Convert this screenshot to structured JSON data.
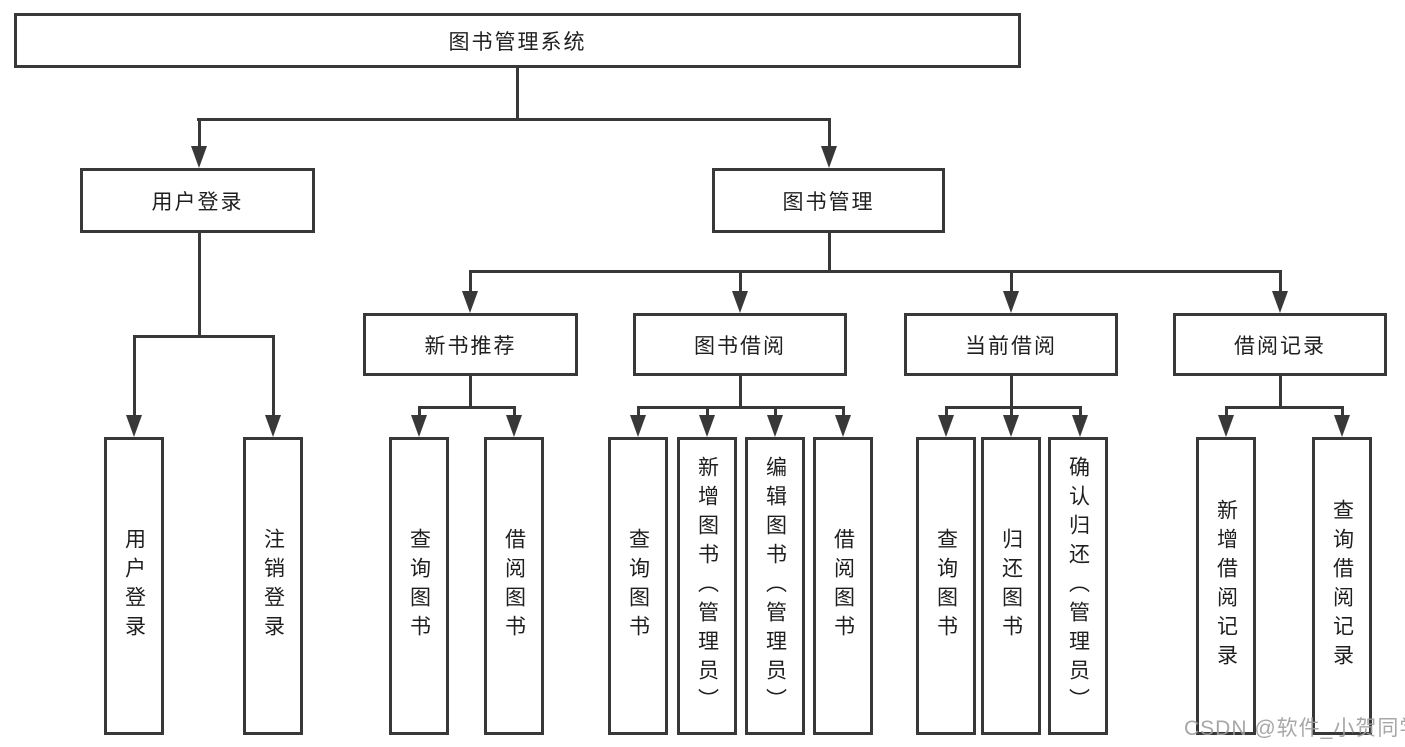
{
  "diagram_title": "图书管理系统",
  "colors": {
    "line": "#383838",
    "text": "#1f1f1f",
    "background": "#ffffff",
    "watermark": "#9e9e9e"
  },
  "tree": {
    "root": {
      "label": "图书管理系统"
    },
    "branches": [
      {
        "label": "用户登录",
        "children": [
          "用户登录",
          "注销登录"
        ]
      },
      {
        "label": "图书管理",
        "sections": [
          {
            "label": "新书推荐",
            "children": [
              "查询图书",
              "借阅图书"
            ]
          },
          {
            "label": "图书借阅",
            "children": [
              "查询图书",
              "新增图书（管理员）",
              "编辑图书（管理员）",
              "借阅图书"
            ]
          },
          {
            "label": "当前借阅",
            "children": [
              "查询图书",
              "归还图书",
              "确认归还（管理员）"
            ]
          },
          {
            "label": "借阅记录",
            "children": [
              "新增借阅记录",
              "查询借阅记录"
            ]
          }
        ]
      }
    ]
  },
  "watermark": "CSDN @软件_小贺同学"
}
